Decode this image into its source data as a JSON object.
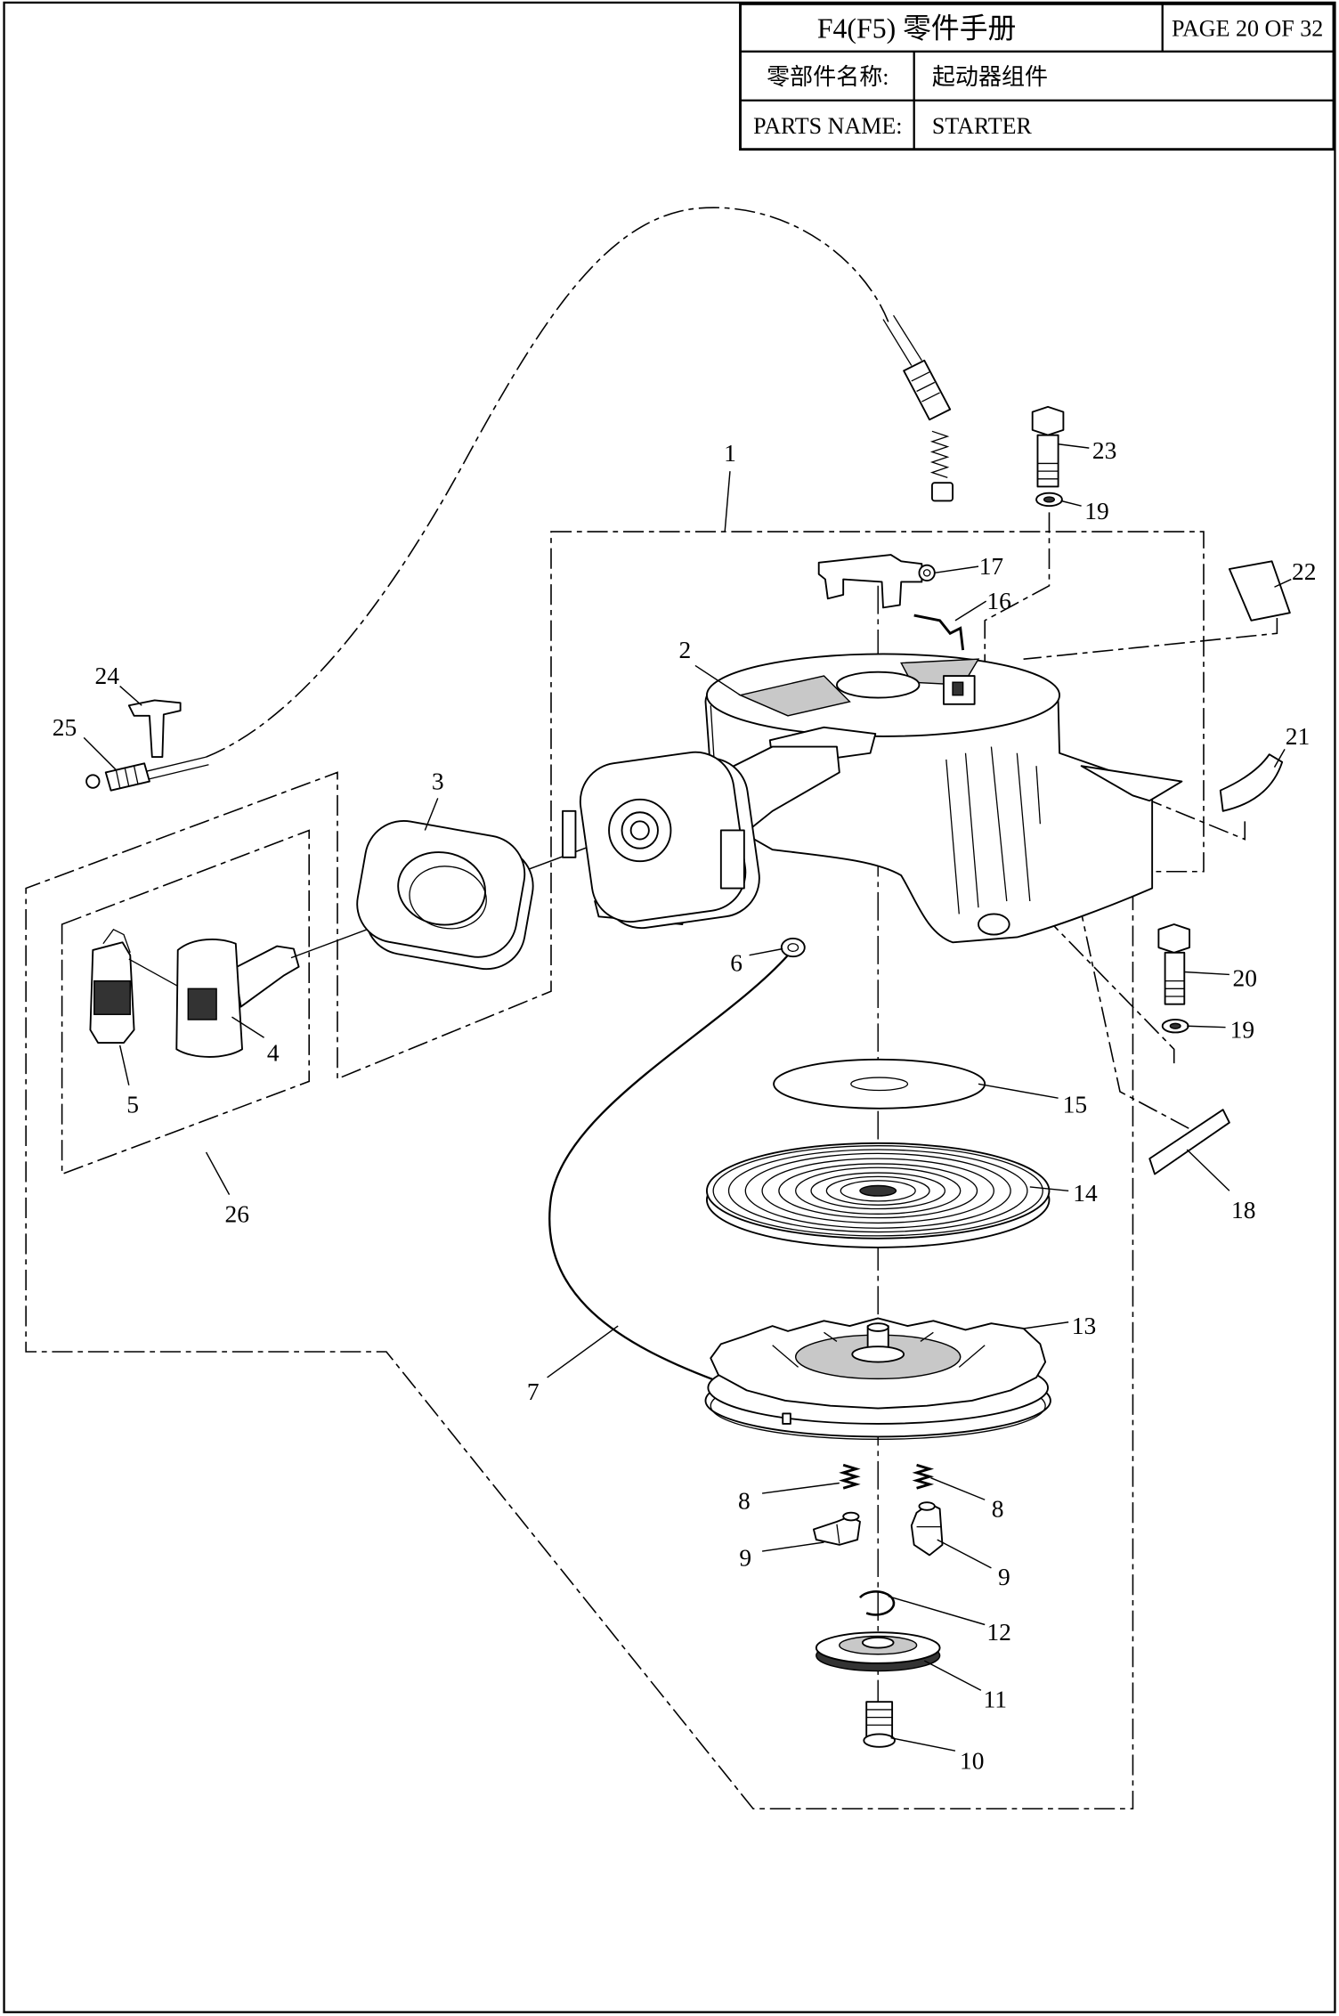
{
  "header": {
    "title": "F4(F5) 零件手册",
    "page": "PAGE 20 OF 32",
    "name_cn_label": "零部件名称:",
    "name_cn_value": "起动器组件",
    "name_en_label": "PARTS NAME:",
    "name_en_value": "STARTER"
  },
  "callouts": [
    "1",
    "2",
    "3",
    "4",
    "5",
    "6",
    "7",
    "8",
    "8",
    "9",
    "9",
    "10",
    "11",
    "12",
    "13",
    "14",
    "15",
    "16",
    "17",
    "18",
    "19",
    "19",
    "20",
    "21",
    "22",
    "23",
    "24",
    "25",
    "26"
  ]
}
